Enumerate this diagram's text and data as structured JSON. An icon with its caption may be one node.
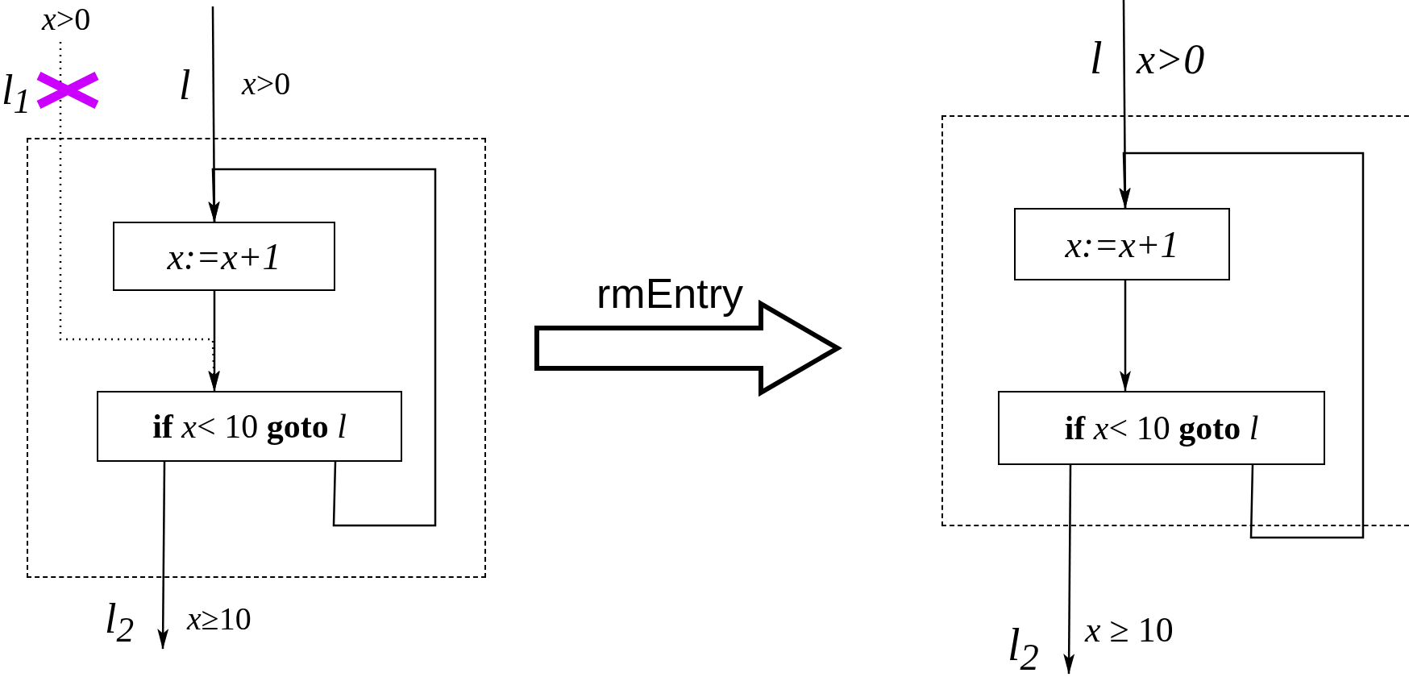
{
  "diagram": {
    "nodes": [
      {
        "text": [],
        "shape": "box"
      },
      {
        "text": [
          "x:=x+1"
        ],
        "in": 0
      },
      {
        "text": [
          "**if**  *x*< 10  **goto** *l*"
        ],
        "in": 0
      },
      {
        "text": [],
        "shape": "box"
      },
      {
        "text": [
          "x:=x+1"
        ],
        "in": 3
      },
      {
        "text": [
          "**if**  *x*< 10  **goto** *l*"
        ],
        "in": 3
      }
    ],
    "edges": [
      {
        "from": null,
        "to": 1,
        "arrow": "to",
        "label": "*x*>0"
      },
      {
        "from": null,
        "to": 2,
        "arrow": "to",
        "label": "*x*>0",
        "style": "dashed"
      },
      {
        "from": 1,
        "to": 2,
        "arrow": "to"
      },
      {
        "from": 2,
        "to": 1,
        "arrow": "to"
      },
      {
        "from": 2,
        "to": null,
        "arrow": "to",
        "label": "*x*≥10"
      },
      {
        "from": 0,
        "to": 3,
        "arrow": "to",
        "label": "rmEntry",
        "style": "thick"
      },
      {
        "from": null,
        "to": 4,
        "arrow": "to",
        "label": "x>0"
      },
      {
        "from": 4,
        "to": 5,
        "arrow": "to"
      },
      {
        "from": 5,
        "to": 4,
        "arrow": "to"
      },
      {
        "from": 5,
        "to": null,
        "arrow": "to",
        "label": "*x* ≥ 10"
      }
    ],
    "labels": [
      "l$_{1}$",
      "l",
      "l$_{2}$",
      "l",
      "l$_{2}$"
    ]
  }
}
